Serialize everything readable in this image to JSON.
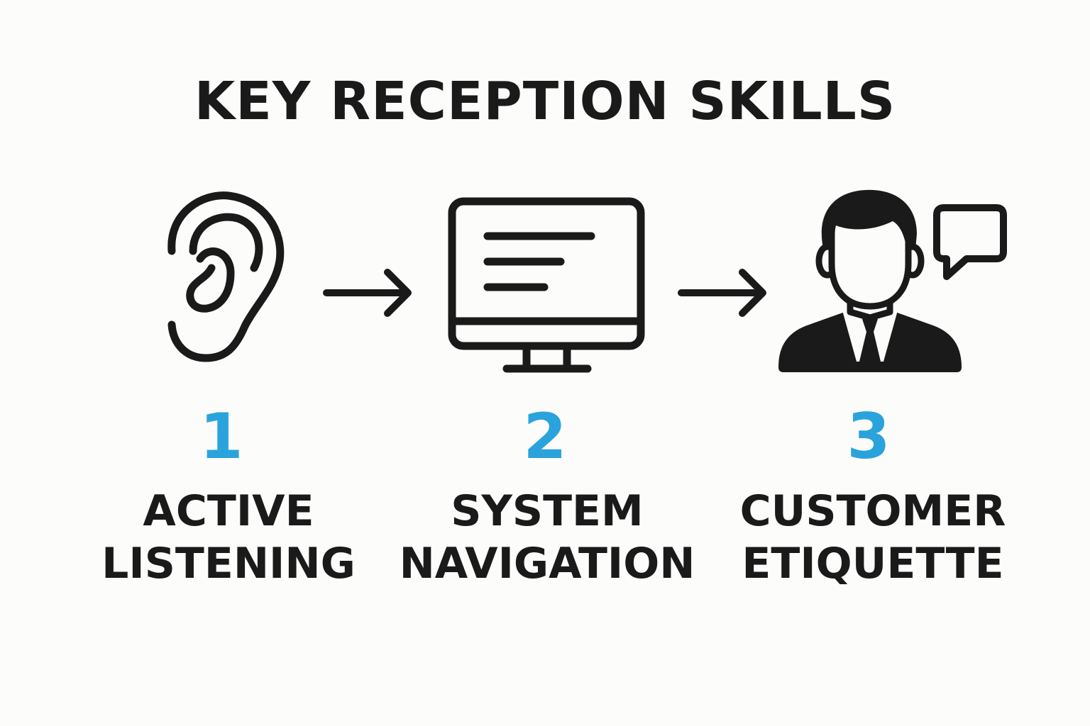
{
  "title": "KEY RECEPTION SKILLS",
  "accent_color": "#2aa3dc",
  "icon_color": "#1a1a1a",
  "steps": [
    {
      "number": "1",
      "label_line1": "ACTIVE",
      "label_line2": "LISTENING",
      "icon": "ear-icon"
    },
    {
      "number": "2",
      "label_line1": "SYSTEM",
      "label_line2": "NAVIGATION",
      "icon": "monitor-icon"
    },
    {
      "number": "3",
      "label_line1": "CUSTOMER",
      "label_line2": "ETIQUETTE",
      "icon": "businessman-with-speech-bubble-icon"
    }
  ],
  "connectors": [
    "arrow-right-icon",
    "arrow-right-icon"
  ]
}
